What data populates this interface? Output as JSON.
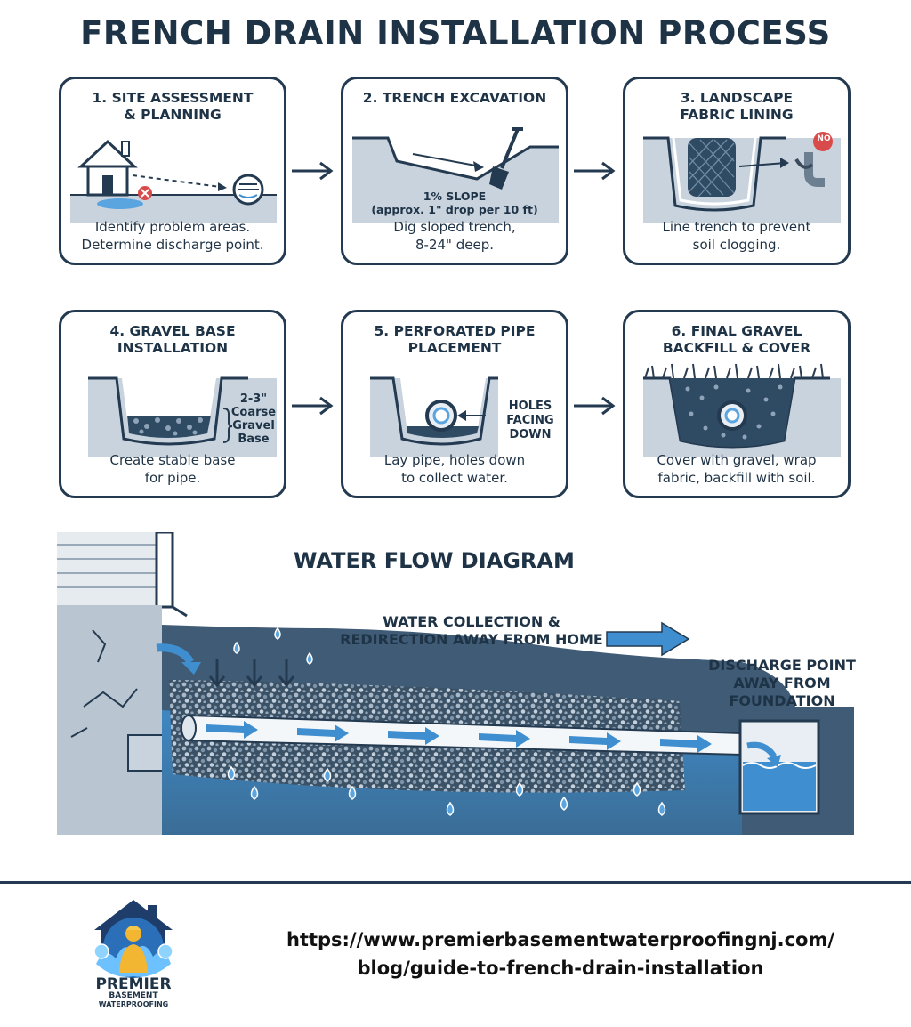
{
  "title": "FRENCH DRAIN INSTALLATION PROCESS",
  "steps": [
    {
      "title": "1. SITE ASSESSMENT\n& PLANNING",
      "caption": "Identify problem areas.\nDetermine discharge point."
    },
    {
      "title": "2. TRENCH EXCAVATION",
      "caption": "Dig sloped trench,\n8-24\" deep.",
      "art_label": "1% SLOPE\n(approx. 1\" drop per 10 ft)"
    },
    {
      "title": "3. LANDSCAPE\nFABRIC LINING",
      "caption": "Line trench to prevent\nsoil clogging.",
      "art_label": "NO"
    },
    {
      "title": "4. GRAVEL BASE\nINSTALLATION",
      "caption": "Create stable base\nfor pipe.",
      "art_label": "2-3\"\nCoarse\nGravel\nBase"
    },
    {
      "title": "5. PERFORATED PIPE\nPLACEMENT",
      "caption": "Lay pipe, holes down\nto collect water.",
      "art_label": "HOLES\nFACING\nDOWN"
    },
    {
      "title": "6. FINAL GRAVEL\nBACKFILL & COVER",
      "caption": "Cover with gravel, wrap\nfabric, backfill with soil."
    }
  ],
  "flow": {
    "title": "WATER FLOW DIAGRAM",
    "collection_label": "WATER COLLECTION &\nREDIRECTION AWAY FROM HOME",
    "discharge_label": "DISCHARGE POINT\nAWAY FROM\nFOUNDATION"
  },
  "logo": {
    "line1": "PREMIER",
    "line2": "BASEMENT",
    "line3": "WATERPROOFING"
  },
  "url": {
    "line1": "https://www.premierbasementwaterproofingnj.com/",
    "line2": "blog/guide-to-french-drain-installation"
  },
  "colors": {
    "navy": "#243a50",
    "water": "#3f8fd0",
    "soil": "#c8d3de",
    "gravel": "#3a5166"
  }
}
